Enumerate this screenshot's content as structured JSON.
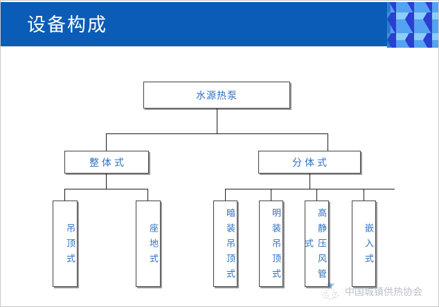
{
  "slide": {
    "title": "设备构成",
    "header_bg": "#0a5cb6",
    "title_color": "#ffffff",
    "node_text_color": "#2f6fc0",
    "node_border_color": "#404040"
  },
  "decoration": {
    "cube_pattern_name": "isometric-cube-pattern",
    "cube_colors": [
      "#1d4fd8",
      "#4f9ff0",
      "#7fc2f7"
    ]
  },
  "diagram": {
    "type": "tree",
    "root": {
      "label": "水源热泵"
    },
    "level2": [
      {
        "label": "整体式"
      },
      {
        "label": "分体式"
      }
    ],
    "leaves_left": [
      {
        "label": "吊顶式"
      },
      {
        "label": "座地式"
      }
    ],
    "leaves_right": [
      {
        "label": "暗装吊顶式"
      },
      {
        "label": "明装吊顶式"
      },
      {
        "label": "高静压风管式"
      },
      {
        "label": "嵌入式"
      }
    ]
  },
  "watermark": {
    "text": "中国城镇供热协会"
  }
}
